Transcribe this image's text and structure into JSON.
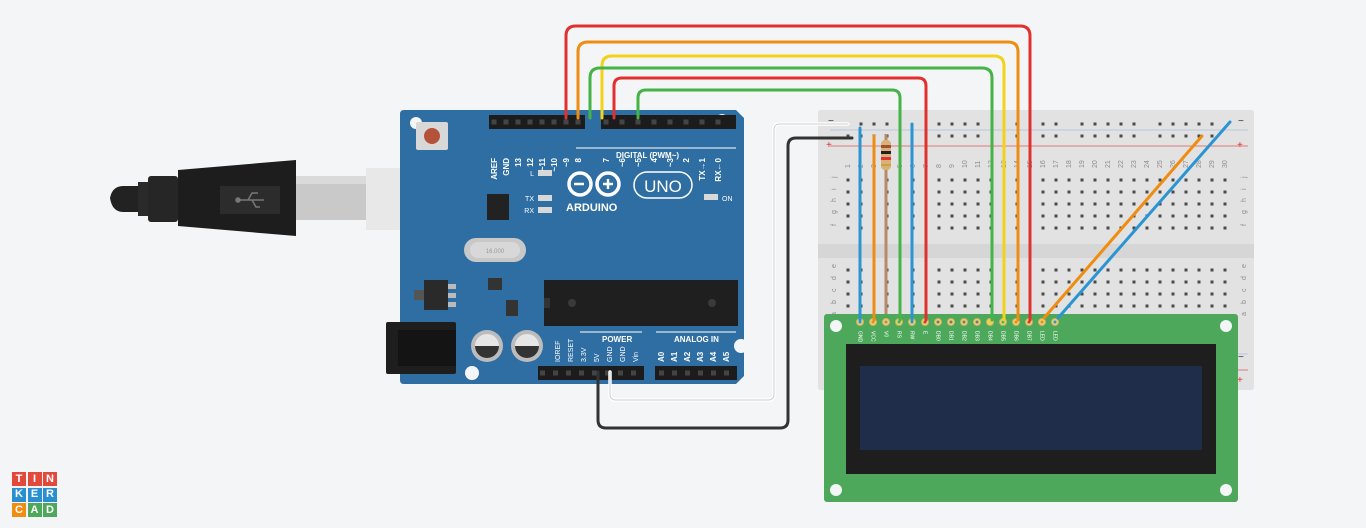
{
  "colors": {
    "background": "#f4f5f6",
    "arduino_board": "#2e6ea3",
    "lcd_board": "#4ea85c",
    "lcd_screen": "#1f2c4a",
    "breadboard": "#e2e2e2",
    "wire_red": "#e0312f",
    "wire_orange": "#ef8c12",
    "wire_yellow": "#f2d21a",
    "wire_green": "#45b347",
    "wire_blue": "#2a95d2",
    "wire_black": "#333333",
    "wire_white": "#ffffff"
  },
  "arduino": {
    "brand": "ARDUINO",
    "model": "UNO",
    "on_label": "ON",
    "led_l": "L",
    "led_tx": "TX",
    "led_rx": "RX",
    "digital_header_label": "DIGITAL (PWM~)",
    "power_label": "POWER",
    "analog_label": "ANALOG IN",
    "digital_pins": [
      "AREF",
      "GND",
      "13",
      "12",
      "~11",
      "~10",
      "~9",
      "8",
      "7",
      "~6",
      "~5",
      "4",
      "~3",
      "2",
      "TX→1",
      "RX←0"
    ],
    "power_pins": [
      "IOREF",
      "RESET",
      "3.3V",
      "5V",
      "GND",
      "GND",
      "Vin"
    ],
    "analog_pins": [
      "A0",
      "A1",
      "A2",
      "A3",
      "A4",
      "A5"
    ]
  },
  "breadboard": {
    "row_letters_top": [
      "j",
      "i",
      "h",
      "g",
      "f"
    ],
    "row_letters_bottom": [
      "e",
      "d",
      "c",
      "b",
      "a"
    ],
    "columns": [
      "1",
      "2",
      "3",
      "4",
      "5",
      "6",
      "7",
      "8",
      "9",
      "10",
      "11",
      "12",
      "13",
      "14",
      "15",
      "16",
      "17",
      "18",
      "19",
      "20",
      "21",
      "22",
      "23",
      "24",
      "25",
      "26",
      "27",
      "28",
      "29",
      "30"
    ],
    "rail_minus": "−",
    "rail_plus": "+"
  },
  "lcd": {
    "pins": [
      "GND",
      "VCC",
      "V0",
      "RS",
      "RW",
      "E",
      "DB0",
      "DB1",
      "DB2",
      "DB3",
      "DB4",
      "DB5",
      "DB6",
      "DB7",
      "LED",
      "LED"
    ]
  },
  "logo": {
    "letters": [
      "T",
      "I",
      "N",
      "K",
      "E",
      "R",
      "C",
      "A",
      "D"
    ],
    "colors": [
      "#e3493b",
      "#e3493b",
      "#e3493b",
      "#2a8fd0",
      "#2a8fd0",
      "#2a8fd0",
      "#ef8c12",
      "#4ea85c",
      "#4ea85c"
    ]
  }
}
